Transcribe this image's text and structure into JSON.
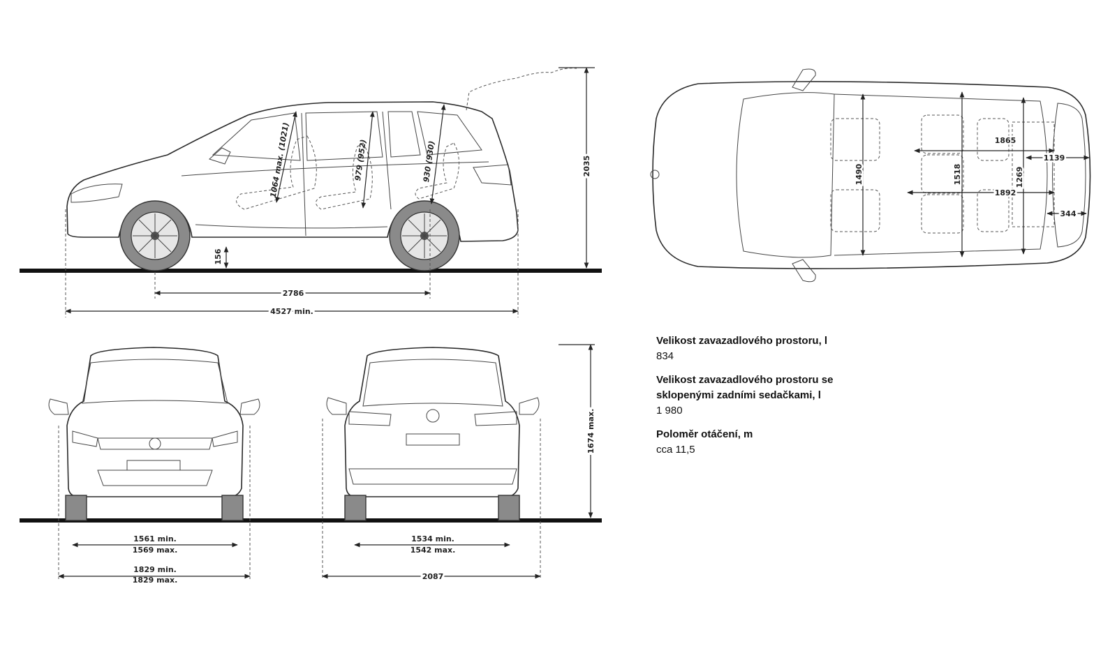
{
  "side_view": {
    "ground_clearance": "156",
    "height": "2035",
    "wheelbase": "2786",
    "length": "4527 min.",
    "headroom_front": "1064 max. (1021)",
    "headroom_second": "979 (952)",
    "headroom_third": "930 (930)"
  },
  "top_view": {
    "interior_width_front": "1490",
    "interior_width_second": "1518",
    "load_length_1": "1865",
    "load_length_2": "1892",
    "boot_length": "1139",
    "boot_width": "1269",
    "boot_extra": "344"
  },
  "front_view": {
    "track_front_min": "1561 min.",
    "track_front_max": "1569 max.",
    "width_min": "1829 min.",
    "width_max": "1829 max.",
    "height": "1674 max."
  },
  "rear_view": {
    "track_rear_min": "1534 min.",
    "track_rear_max": "1542 max.",
    "width_mirrors": "2087"
  },
  "specs": [
    {
      "label": "Velikost zavazadlového prostoru, l",
      "value": "834"
    },
    {
      "label": "Velikost zavazadlového prostoru se sklopenými zadními sedačkami, l",
      "value": "1 980"
    },
    {
      "label": "Poloměr otáčení, m",
      "value": "cca 11,5"
    }
  ]
}
